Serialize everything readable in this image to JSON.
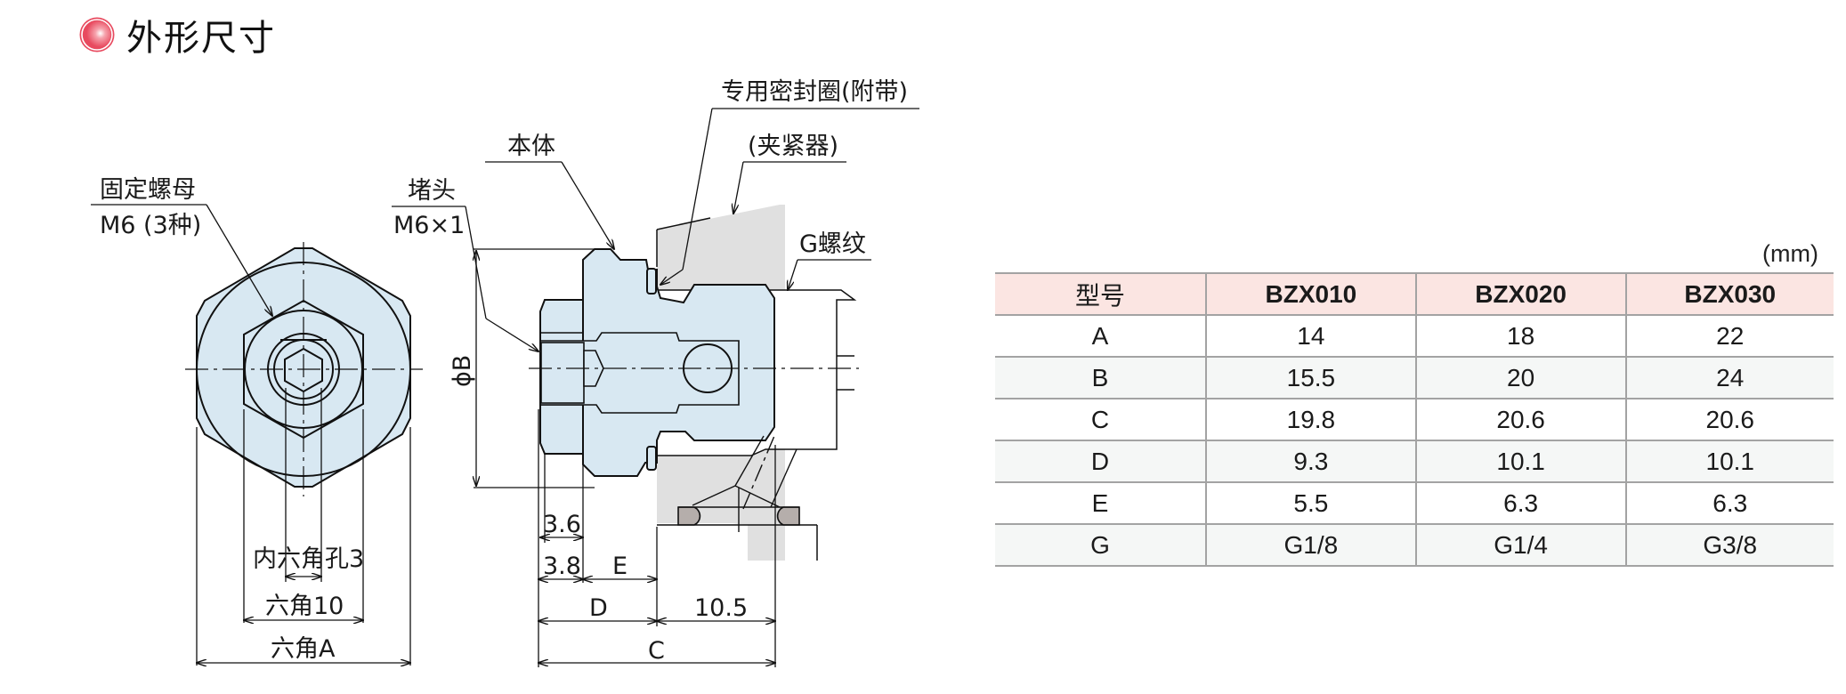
{
  "section": {
    "title": "外形尺寸",
    "bullet_icon": "red-circle-bullet-icon",
    "bullet_color": "#e84a5f"
  },
  "drawing": {
    "labels": {
      "lock_nut": "固定螺母",
      "lock_nut_spec": "M6 (3种)",
      "plug": "堵头",
      "plug_spec": "M6×1",
      "body": "本体",
      "seal": "专用密封圈(附带)",
      "clamp": "(夹紧器)",
      "g_thread": "G螺纹",
      "phi_b": "ϕB",
      "hex_socket": "内六角孔3",
      "hex_10": "六角10",
      "hex_a": "六角A",
      "dim_3_6": "3.6",
      "dim_3_8": "3.8",
      "dim_e": "E",
      "dim_d": "D",
      "dim_10_5": "10.5",
      "dim_c": "C"
    },
    "colors": {
      "part_fill": "#d8e8f2",
      "clamp_fill": "#e0e0e0",
      "seal_fill": "#b5aeab",
      "line": "#111111"
    }
  },
  "table": {
    "unit": "(mm)",
    "header": {
      "label": "型号",
      "models": [
        "BZX010",
        "BZX020",
        "BZX030"
      ]
    },
    "rows": [
      {
        "label": "A",
        "values": [
          "14",
          "18",
          "22"
        ]
      },
      {
        "label": "B",
        "values": [
          "15.5",
          "20",
          "24"
        ]
      },
      {
        "label": "C",
        "values": [
          "19.8",
          "20.6",
          "20.6"
        ]
      },
      {
        "label": "D",
        "values": [
          "9.3",
          "10.1",
          "10.1"
        ]
      },
      {
        "label": "E",
        "values": [
          "5.5",
          "6.3",
          "6.3"
        ]
      },
      {
        "label": "G",
        "values": [
          "G1/8",
          "G1/4",
          "G3/8"
        ]
      }
    ],
    "colors": {
      "header_bg": "#fbe5e2",
      "alt_row_bg": "#f5f7f6",
      "border": "#a3a3a3"
    }
  }
}
